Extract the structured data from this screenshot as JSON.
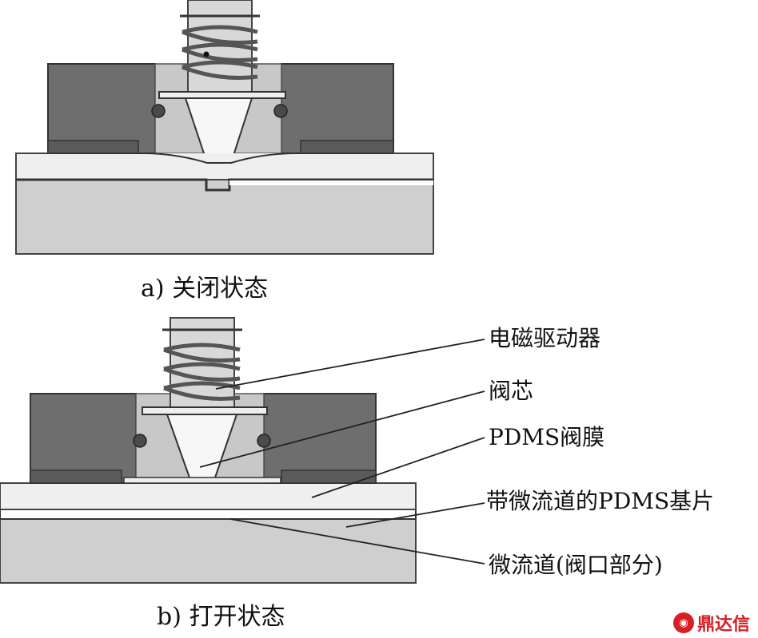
{
  "captions": {
    "closed": "a)  关闭状态",
    "open": "b)  打开状态"
  },
  "labels": {
    "actuator": "电磁驱动器",
    "valve_core": "阀芯",
    "membrane": "PDMS阀膜",
    "substrate": "带微流道的PDMS基片",
    "channel": "微流道(阀口部分)"
  },
  "watermark": {
    "text": "鼎达信",
    "seal_icon": "seal-icon"
  },
  "colors": {
    "housing": "#6e6e6e",
    "housing_dark": "#555555",
    "inner": "#c8c8c8",
    "membrane": "#efefef",
    "base": "#cfcfcf",
    "line": "#333333",
    "brand": "#d61f26"
  }
}
